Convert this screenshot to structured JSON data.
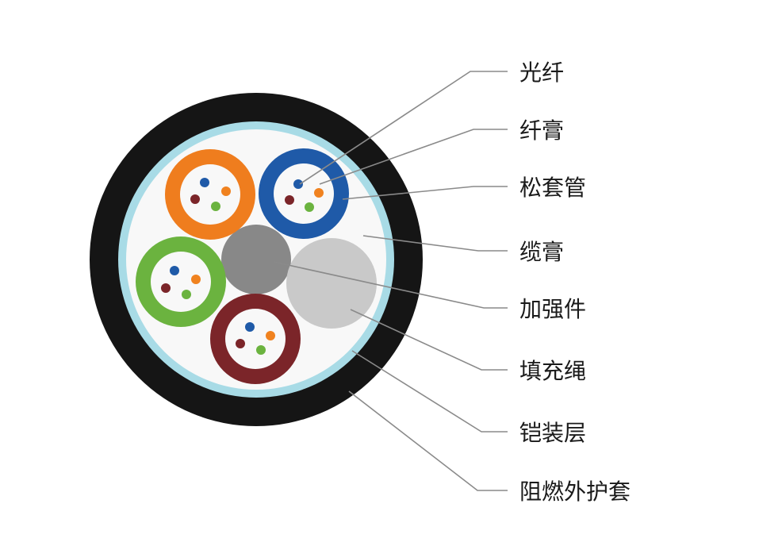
{
  "labels": {
    "fiber": "光纤",
    "fiber_gel": "纤膏",
    "loose_tube": "松套管",
    "cable_gel": "缆膏",
    "strength_member": "加强件",
    "filler": "填充绳",
    "armor": "铠装层",
    "outer_sheath": "阻燃外护套"
  },
  "colors": {
    "sheath": "#151515",
    "armor": "#a8dbe6",
    "cable_gel": "#f8f8f8",
    "strength_member": "#888888",
    "filler": "#c9c9c9",
    "leader_line": "#8a8a8a",
    "tube_blue": "#1f5aa8",
    "tube_orange": "#ef7d1e",
    "tube_green": "#6bb33f",
    "tube_brown": "#7b2529",
    "fiber_blue": "#1f5aa8",
    "fiber_orange": "#f0821f",
    "fiber_brown": "#7b2529",
    "fiber_green": "#6bb33f"
  }
}
